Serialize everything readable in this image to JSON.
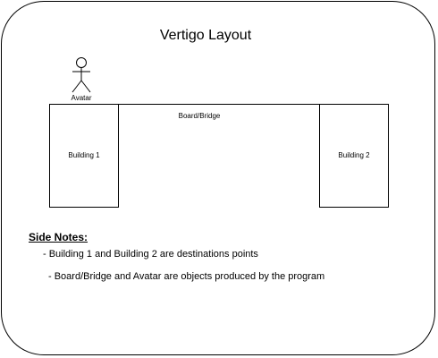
{
  "title": "Vertigo Layout",
  "avatar": {
    "label": "Avatar",
    "icon": "stick-figure-icon"
  },
  "bridge": {
    "label": "Board/Bridge"
  },
  "buildings": [
    {
      "label": "Building 1"
    },
    {
      "label": "Building 2"
    }
  ],
  "side_notes": {
    "heading": "Side Notes:",
    "items": [
      "- Building 1 and Building 2 are destinations points",
      "- Board/Bridge and Avatar are objects produced by the program"
    ]
  },
  "colors": {
    "stroke": "#000000",
    "background": "#ffffff"
  }
}
